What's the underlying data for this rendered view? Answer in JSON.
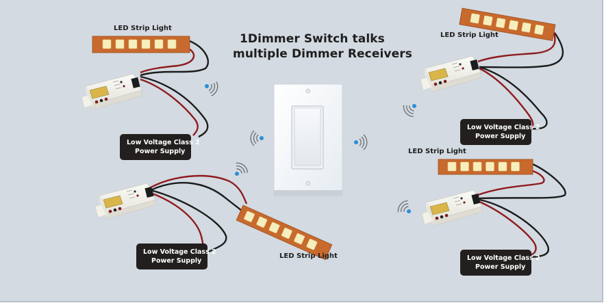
{
  "title": {
    "line1": "1Dimmer Switch talks",
    "line2": "multiple Dimmer Receivers"
  },
  "receivers": [
    {
      "id": "top-left",
      "strip_label": "LED Strip Light",
      "power_supply": {
        "line1": "Low Voltage Class 2",
        "line2": "Power Supply"
      },
      "led_count": 6
    },
    {
      "id": "bottom-left",
      "strip_label": "LED Strip Light",
      "power_supply": {
        "line1": "Low Voltage Class 2",
        "line2": "Power Supply"
      },
      "led_count": 6
    },
    {
      "id": "top-right",
      "strip_label": "LED Strip Light",
      "power_supply": {
        "line1": "Low Voltage Class 2",
        "line2": "Power Supply"
      },
      "led_count": 6
    },
    {
      "id": "bottom-right",
      "strip_label": "LED Strip Light",
      "power_supply": {
        "line1": "Low Voltage Class 2",
        "line2": "Power Supply"
      },
      "led_count": 6
    }
  ],
  "switch": {
    "name": "dimmer-switch"
  },
  "icons": {
    "signal": "wireless-signal-icon",
    "led": "led-chip-icon"
  },
  "colors": {
    "background": "#d3dae1",
    "strip": "#c8692d",
    "led": "#f7eebe",
    "wire_red": "#8e1b1f",
    "wire_black": "#1c1c1c",
    "psu_box": "#231f1e",
    "signal_dot": "#2b8fd6"
  }
}
